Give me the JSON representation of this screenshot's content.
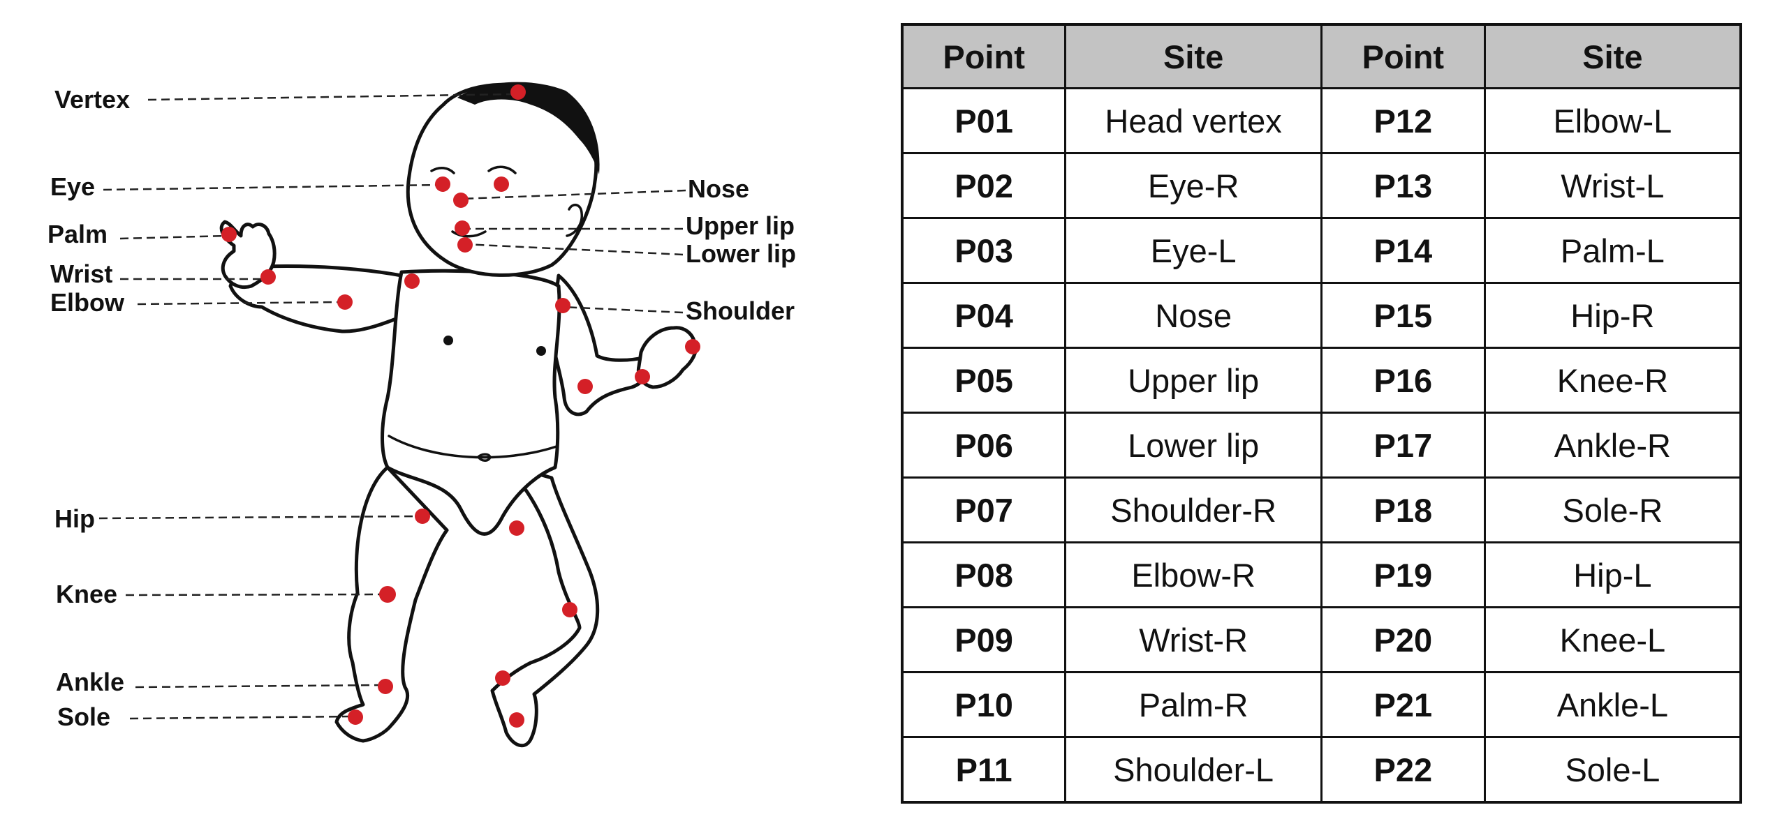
{
  "diagram": {
    "labels": {
      "vertex": "Vertex",
      "eye": "Eye",
      "palm": "Palm",
      "wrist": "Wrist",
      "elbow": "Elbow",
      "nose": "Nose",
      "upper_lip": "Upper lip",
      "lower_lip": "Lower lip",
      "shoulder": "Shoulder",
      "hip": "Hip",
      "knee": "Knee",
      "ankle": "Ankle",
      "sole": "Sole"
    },
    "marker_color": "#d42027"
  },
  "table": {
    "headers": [
      "Point",
      "Site",
      "Point",
      "Site"
    ],
    "header_bg": "#c3c3c3",
    "rows": [
      {
        "left_point": "P01",
        "left_site": "Head vertex",
        "right_point": "P12",
        "right_site": "Elbow-L"
      },
      {
        "left_point": "P02",
        "left_site": "Eye-R",
        "right_point": "P13",
        "right_site": "Wrist-L"
      },
      {
        "left_point": "P03",
        "left_site": "Eye-L",
        "right_point": "P14",
        "right_site": "Palm-L"
      },
      {
        "left_point": "P04",
        "left_site": "Nose",
        "right_point": "P15",
        "right_site": "Hip-R"
      },
      {
        "left_point": "P05",
        "left_site": "Upper lip",
        "right_point": "P16",
        "right_site": "Knee-R"
      },
      {
        "left_point": "P06",
        "left_site": "Lower lip",
        "right_point": "P17",
        "right_site": "Ankle-R"
      },
      {
        "left_point": "P07",
        "left_site": "Shoulder-R",
        "right_point": "P18",
        "right_site": "Sole-R"
      },
      {
        "left_point": "P08",
        "left_site": "Elbow-R",
        "right_point": "P19",
        "right_site": "Hip-L"
      },
      {
        "left_point": "P09",
        "left_site": "Wrist-R",
        "right_point": "P20",
        "right_site": "Knee-L"
      },
      {
        "left_point": "P10",
        "left_site": "Palm-R",
        "right_point": "P21",
        "right_site": "Ankle-L"
      },
      {
        "left_point": "P11",
        "left_site": "Shoulder-L",
        "right_point": "P22",
        "right_site": "Sole-L"
      }
    ]
  }
}
